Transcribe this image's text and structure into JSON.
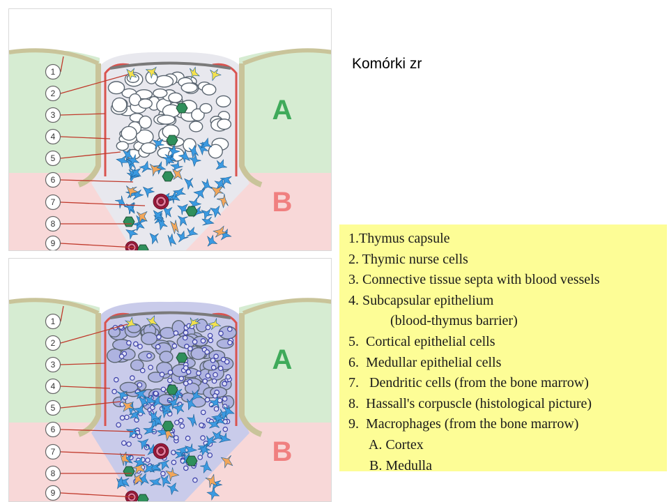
{
  "title": "Komórki zr",
  "legend": [
    "1.Thymus capsule",
    "2. Thymic nurse cells",
    "3. Connective tissue septa with blood vessels",
    "4. Subcapsular epithelium",
    "            (blood-thymus barrier)",
    "5.  Cortical epithelial cells",
    "6.  Medullar epithelial cells",
    "7.   Dendritic cells (from the bone marrow)",
    "8.  Hassall's corpuscle (histological picture)",
    "9.  Macrophages (from the bone marrow)",
    "      A. Cortex",
    "      B. Medulla"
  ],
  "diagram": {
    "numbers": [
      "1",
      "2",
      "3",
      "4",
      "5",
      "6",
      "7",
      "8",
      "9"
    ],
    "zone_a": "A",
    "zone_b": "B",
    "colors": {
      "cortex": "#d6ecd2",
      "medulla": "#f8d8d8",
      "capsule": "#c9c49a",
      "vessel": "#d9534f",
      "epithelial": "#5a6570",
      "lymphocyte": "#3a3fa8",
      "dendritic": "#3b9ae1",
      "nurse": "#f4e04d",
      "letter_a": "#3faa5a",
      "letter_b": "#f08080"
    }
  }
}
